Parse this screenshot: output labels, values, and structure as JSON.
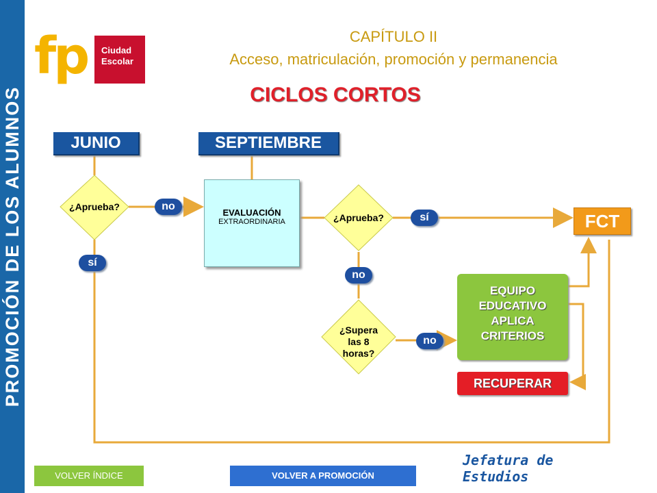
{
  "sidebar": {
    "vertical_title": "PROMOCIÓN DE LOS ALUMNOS"
  },
  "logo": {
    "mark": "fp",
    "text_line1": "Ciudad",
    "text_line2": "Escolar"
  },
  "header": {
    "chapter": "CAPÍTULO II",
    "subtitle": "Acceso, matriculación, promoción y permanencia",
    "title": "CICLOS CORTOS"
  },
  "flow": {
    "col_june": "JUNIO",
    "col_september": "SEPTIEMBRE",
    "q1": "¿Aprueba?",
    "q2": "¿Aprueba?",
    "q3_line1": "¿Supera",
    "q3_line2": "las 8",
    "q3_line3": "horas?",
    "no1": "no",
    "si1": "sí",
    "si2": "sí",
    "no2": "no",
    "no3": "no",
    "eval_line1": "EVALUACIÓN",
    "eval_line2": "EXTRAORDINARIA",
    "fct": "FCT",
    "equipo_line1": "EQUIPO",
    "equipo_line2": "EDUCATIVO",
    "equipo_line3": "APLICA",
    "equipo_line4": "CRITERIOS",
    "recuperar": "RECUPERAR"
  },
  "footer": {
    "signature": "Jefatura de Estudios",
    "back_index": "VOLVER ÍNDICE",
    "back_promotion": "VOLVER A PROMOCIÓN"
  },
  "colors": {
    "band": "#1a67a8",
    "header_blue": "#1a56a0",
    "connector": "#e8a93a",
    "diamond": "#ffff99",
    "fct": "#f29a1a",
    "equipo": "#8cc63e",
    "recuperar": "#e41e26",
    "eval_box": "#ccffff"
  }
}
